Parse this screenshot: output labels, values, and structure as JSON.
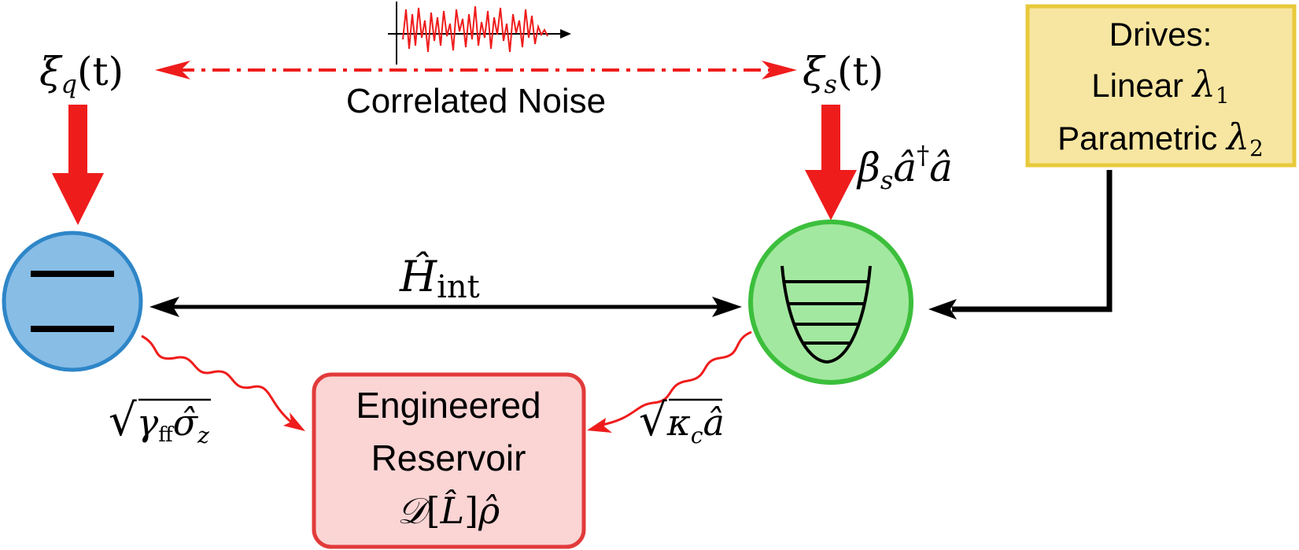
{
  "noise": {
    "left_symbol": "ξ",
    "left_sub": "q",
    "right_symbol": "ξ",
    "right_sub": "s",
    "arg": "(t)",
    "label": "Correlated Noise"
  },
  "drives": {
    "title": "Drives:",
    "linear_label": "Linear",
    "linear_param": "λ",
    "linear_sub": "1",
    "parametric_label": "Parametric",
    "parametric_param": "λ",
    "parametric_sub": "2"
  },
  "shift_term": {
    "beta": "β",
    "beta_sub": "s",
    "op": "â",
    "dagger": "†",
    "op2": "â"
  },
  "interaction": {
    "symbol": "Ĥ",
    "sub": "int"
  },
  "reservoir": {
    "line1": "Engineered",
    "line2": "Reservoir",
    "formula_d": "𝒟",
    "formula_l": "L̂",
    "formula_rho": "ρ̂"
  },
  "qubit_dissipation": {
    "root": "√",
    "gamma": "γ",
    "gamma_sub": "ff",
    "op": "σ̂",
    "op_sub": "z"
  },
  "cavity_dissipation": {
    "root": "√",
    "kappa": "κ",
    "kappa_sub": "c",
    "op": "â"
  },
  "colors": {
    "red": "#ef1c1c",
    "qubit_fill": "#88bde6",
    "qubit_stroke": "#2e86c8",
    "oscillator_fill": "#a3e8a0",
    "oscillator_stroke": "#3cbf3c",
    "drives_fill": "#f7e6a1",
    "drives_stroke": "#e8c93a",
    "reservoir_fill": "#fbd4d4",
    "reservoir_stroke": "#e23a3a"
  }
}
